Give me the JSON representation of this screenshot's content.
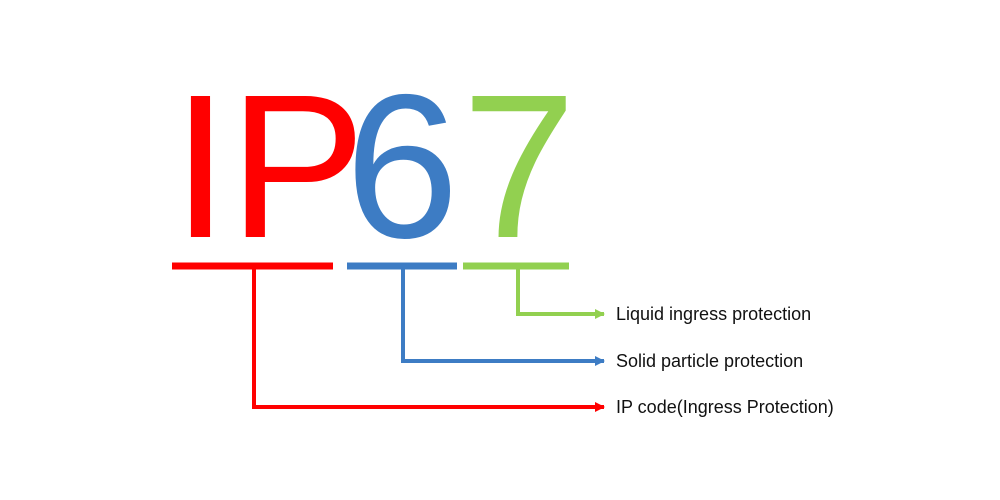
{
  "code": {
    "prefix": "IP",
    "solid_digit": "6",
    "liquid_digit": "7"
  },
  "labels": {
    "liquid": "Liquid ingress protection",
    "solid": "Solid particle protection",
    "ip_code": "IP code(Ingress Protection)"
  },
  "colors": {
    "ip": "#ff0000",
    "solid": "#3d7cc4",
    "liquid": "#92d050",
    "text": "#111111"
  }
}
